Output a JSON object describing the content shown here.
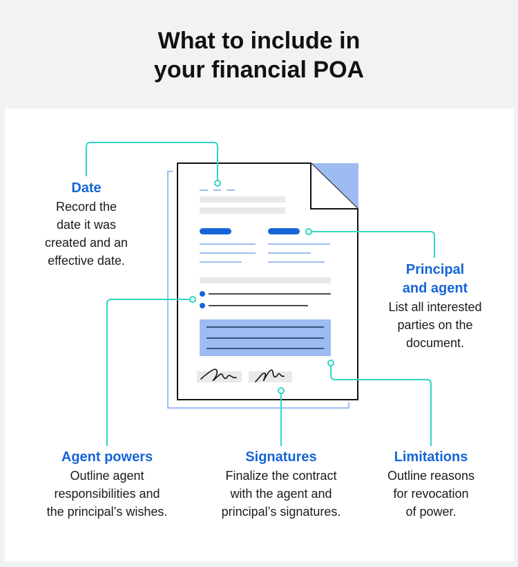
{
  "title": {
    "line1": "What to include in",
    "line2": "your financial POA"
  },
  "colors": {
    "accent_blue": "#1565d8",
    "connector_teal": "#2fd6c3",
    "light_blue": "#9dbcf2",
    "gray_bar": "#e8e9eb"
  },
  "labels": {
    "date": {
      "heading": "Date",
      "desc": [
        "Record the",
        "date it was",
        "created and an",
        "effective date."
      ]
    },
    "principal": {
      "heading": [
        "Principal",
        "and agent"
      ],
      "desc": [
        "List all interested",
        "parties on the",
        "document."
      ]
    },
    "agent_powers": {
      "heading": "Agent powers",
      "desc": [
        "Outline agent",
        "responsibilities and",
        "the principal’s wishes."
      ]
    },
    "signatures": {
      "heading": "Signatures",
      "desc": [
        "Finalize the contract",
        "with the agent and",
        "principal’s signatures."
      ]
    },
    "limitations": {
      "heading": "Limitations",
      "desc": [
        "Outline reasons",
        "for revocation",
        "of power."
      ]
    }
  }
}
